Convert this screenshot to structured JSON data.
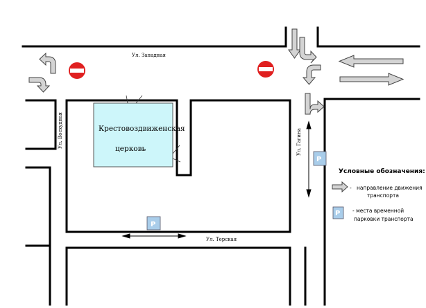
{
  "streets": {
    "zapadnaya": "Ул. Западная",
    "voskhodnaya": "Ул. Восхудная",
    "gagina": "Ул. Гагина",
    "terskaya": "Ул. Терская"
  },
  "church": {
    "line1": "Крестовоздвиженская",
    "line2": "церковь",
    "fill": "#cdf6fa"
  },
  "legend": {
    "title": "Условные обозначения:",
    "traffic_dash": "-",
    "traffic_line1": "направление движения",
    "traffic_line2": "транспорта",
    "parking_line1": "- места временной",
    "parking_line2": "парковки транспорта"
  },
  "parking_icon": {
    "letter": "P",
    "fill": "#a9cdea"
  },
  "no_entry_color": "#e02020",
  "icons": [
    "no-entry-sign",
    "parking-sign",
    "turn-arrow",
    "straight-arrow",
    "double-arrow"
  ]
}
